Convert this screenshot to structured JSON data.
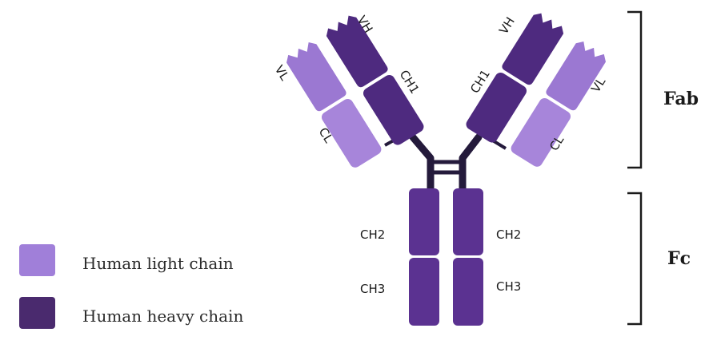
{
  "colors": {
    "light_chain": "#9b78d2",
    "light_chain_alt": "#a785da",
    "heavy_chain": "#4e2a7f",
    "heavy_chain_alt": "#5a3291",
    "fc_chain": "#5b3291",
    "hinge": "#241a3b",
    "legend_light": "#a07fd9",
    "legend_heavy": "#4a2a6e",
    "bracket": "#1a1a1a"
  },
  "domains": {
    "vh_left": "VH",
    "ch1_left": "CH1",
    "vl_left": "VL",
    "cl_left": "CL",
    "vh_right": "VH",
    "ch1_right": "CH1",
    "vl_right": "VL",
    "cl_right": "CL",
    "ch2_left": "CH2",
    "ch3_left": "CH3",
    "ch2_right": "CH2",
    "ch3_right": "CH3"
  },
  "regions": {
    "fab": "Fab",
    "fc": "Fc"
  },
  "legend": {
    "light": "Human light chain",
    "heavy": "Human heavy chain"
  }
}
